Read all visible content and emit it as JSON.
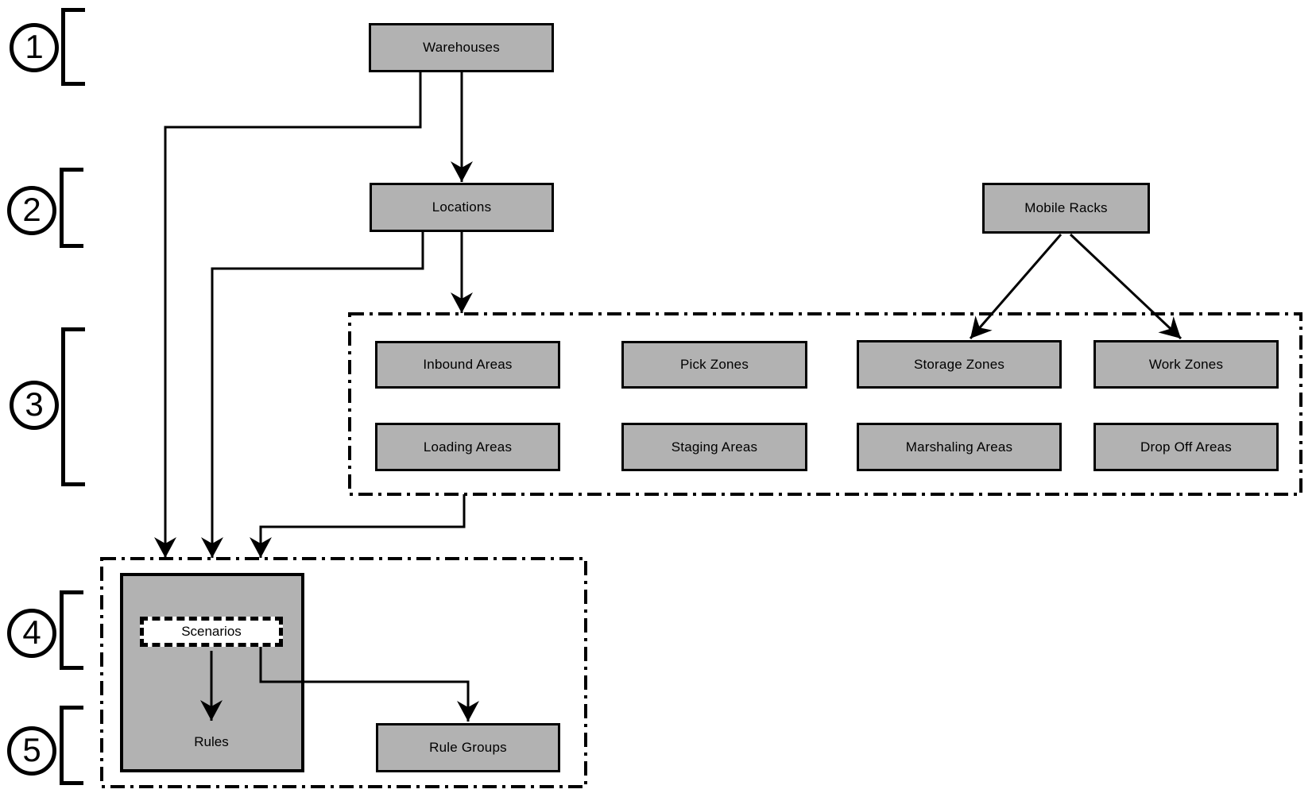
{
  "levels": [
    {
      "number": "1"
    },
    {
      "number": "2"
    },
    {
      "number": "3"
    },
    {
      "number": "4"
    },
    {
      "number": "5"
    }
  ],
  "nodes": {
    "warehouses": {
      "label": "Warehouses"
    },
    "locations": {
      "label": "Locations"
    },
    "mobile_racks": {
      "label": "Mobile Racks"
    },
    "inbound_areas": {
      "label": "Inbound Areas"
    },
    "pick_zones": {
      "label": "Pick Zones"
    },
    "storage_zones": {
      "label": "Storage Zones"
    },
    "work_zones": {
      "label": "Work Zones"
    },
    "loading_areas": {
      "label": "Loading Areas"
    },
    "staging_areas": {
      "label": "Staging Areas"
    },
    "marshaling_areas": {
      "label": "Marshaling Areas"
    },
    "drop_off_areas": {
      "label": "Drop Off Areas"
    },
    "scenarios": {
      "label": "Scenarios"
    },
    "rules": {
      "label": "Rules"
    },
    "rule_groups": {
      "label": "Rule Groups"
    }
  },
  "colors": {
    "node_fill": "#b2b2b2",
    "node_border": "#000000",
    "line": "#000000",
    "background": "#ffffff"
  }
}
